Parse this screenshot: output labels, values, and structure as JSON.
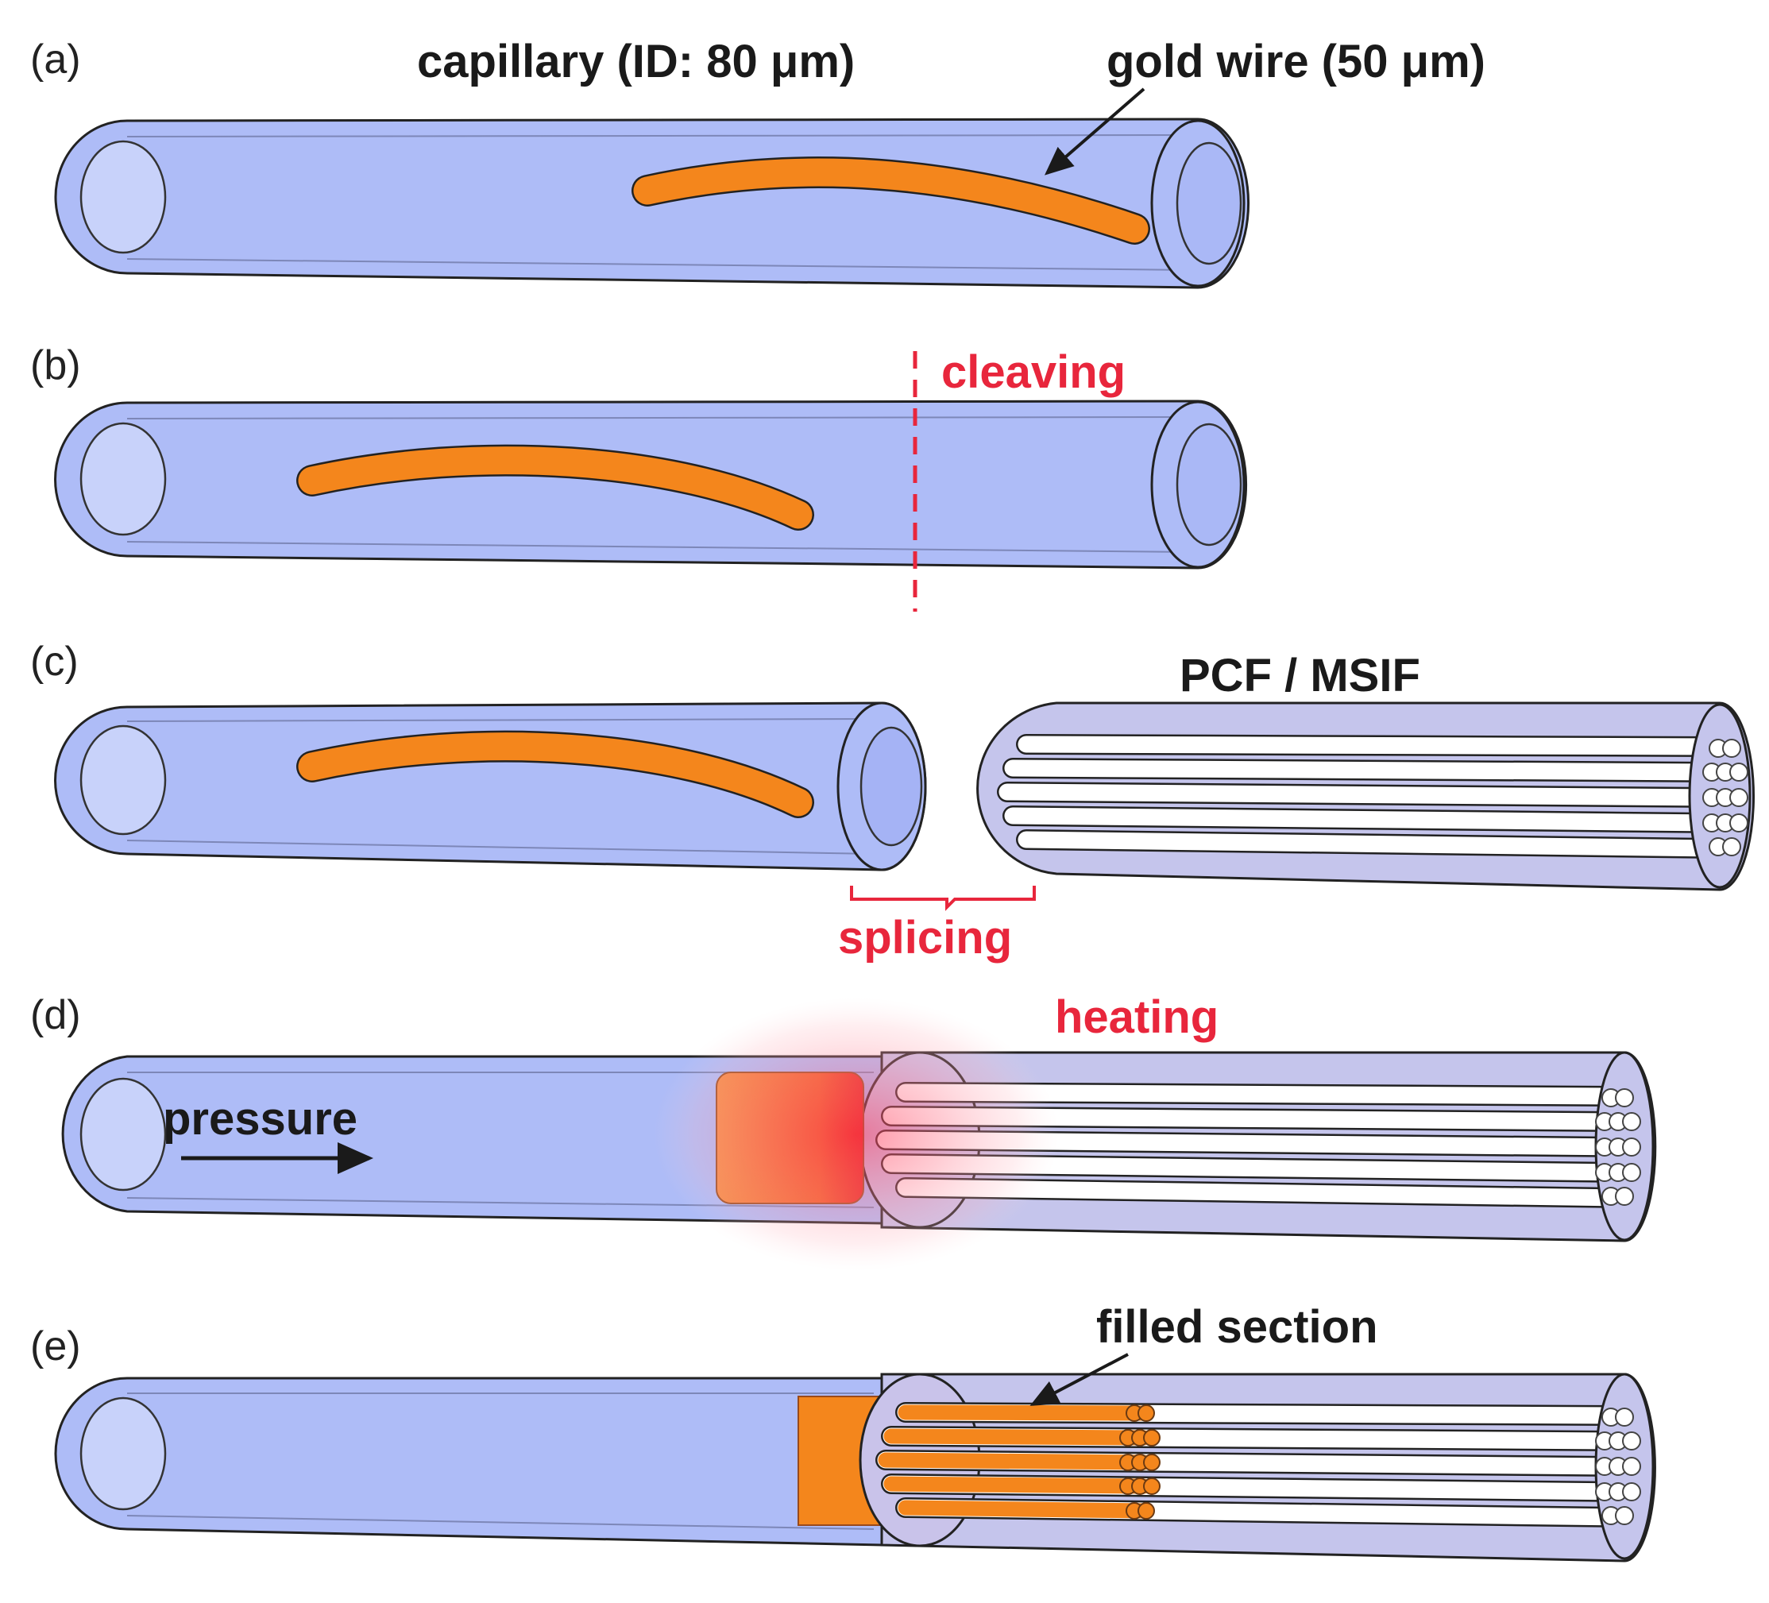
{
  "panels": {
    "a": {
      "label": "(a)",
      "capillary_label": "capillary (ID: 80 μm)",
      "wire_label": "gold wire (50 μm)"
    },
    "b": {
      "label": "(b)",
      "cleaving_label": "cleaving"
    },
    "c": {
      "label": "(c)",
      "fiber_label": "PCF / MSIF",
      "splicing_label": "splicing"
    },
    "d": {
      "label": "(d)",
      "heating_label": "heating",
      "pressure_label": "pressure"
    },
    "e": {
      "label": "(e)",
      "filled_label": "filled section"
    }
  },
  "colors": {
    "capillary_fill": "#aebcf7",
    "capillary_end": "#c8d2fa",
    "fiber_fill": "#c5c5ec",
    "gold": "#f4861c",
    "annotation_red": "#e8263c",
    "outline": "#222222"
  }
}
